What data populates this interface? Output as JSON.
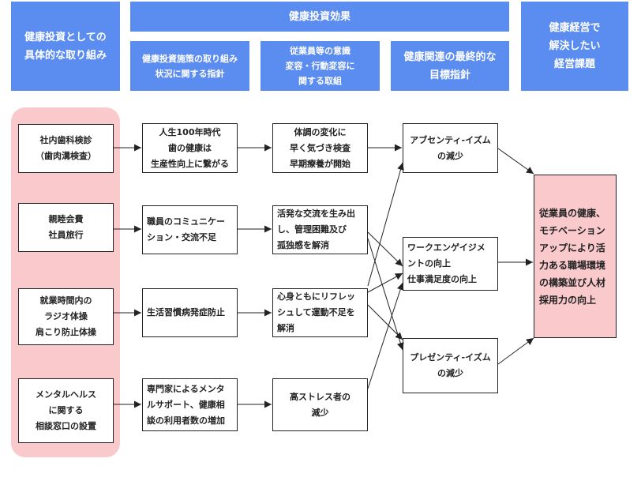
{
  "headers": {
    "initiatives": "健康投資としての\n具体的な取り組み",
    "effects": "健康投資効果",
    "effect_measures": "健康投資施策の取り組み\n状況に関する指針",
    "effect_awareness": "従業員等の意識\n変容・行動変容に\n関する取組",
    "effect_final": "健康関連の最終的な\n目標指針",
    "issues": "健康経営で\n解決したい\n経営課題"
  },
  "initiatives": [
    "社内歯科検診\n（歯肉溝検査）",
    "親睦会費\n社員旅行",
    "就業時間内の\nラジオ体操\n肩こり防止体操",
    "メンタルヘルス\nに関する\n相談窓口の設置"
  ],
  "measures": [
    "人生100年時代\n歯の健康は\n生産性向上に繋がる",
    "職員のコミュニケー\nション・交流不足",
    "生活習慣病発症防止",
    "専門家によるメンタ\nルサポート、健康相\n談の利用者数の増加"
  ],
  "awareness": [
    "体調の変化に\n早く気づき検査\n早期療養が開始",
    "活発な交流を生み出\nし、管理困難及び\n孤独感を解消",
    "心身ともにリフレッ\nシュして運動不足を\n解消",
    "高ストレス者の\n減少"
  ],
  "final_goals": [
    "アブセンティ-イズム\nの減少",
    "ワークエンゲイジメ\nントの向上\n仕事満足度の向上",
    "プレゼンティ-イズム\nの減少"
  ],
  "result": "従業員の健康、\nモチベーション\nアップにより活\n力ある職場環境\nの構築並び人材\n採用力の向上",
  "colors": {
    "header_blue": "#5b8cf0",
    "pink": "#f9c9cb",
    "line": "#222222"
  }
}
